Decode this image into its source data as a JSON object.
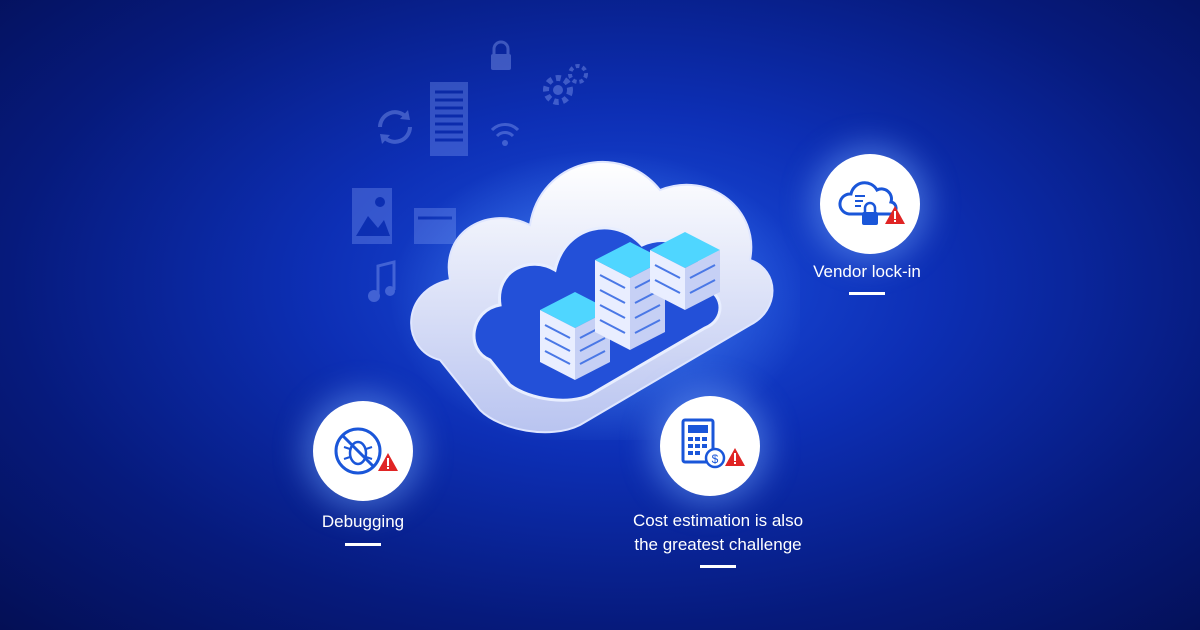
{
  "colors": {
    "background": "#0a2496",
    "accent": "#2e6bff",
    "warning": "#e02424",
    "icon_blue": "#1a56d9"
  },
  "challenges": [
    {
      "name": "vendor-lock-in",
      "label": "Vendor lock-in",
      "icon": "cloud-lock-icon"
    },
    {
      "name": "debugging",
      "label": "Debugging",
      "icon": "bug-icon"
    },
    {
      "name": "cost-estimation",
      "label_line1": "Cost estimation is also",
      "label_line2": "the greatest challenge",
      "icon": "calculator-dollar-icon"
    }
  ],
  "background_icons": [
    "lock-icon",
    "gear-icon",
    "sync-icon",
    "document-icon",
    "wifi-icon",
    "image-icon",
    "music-note-icon",
    "card-icon"
  ]
}
